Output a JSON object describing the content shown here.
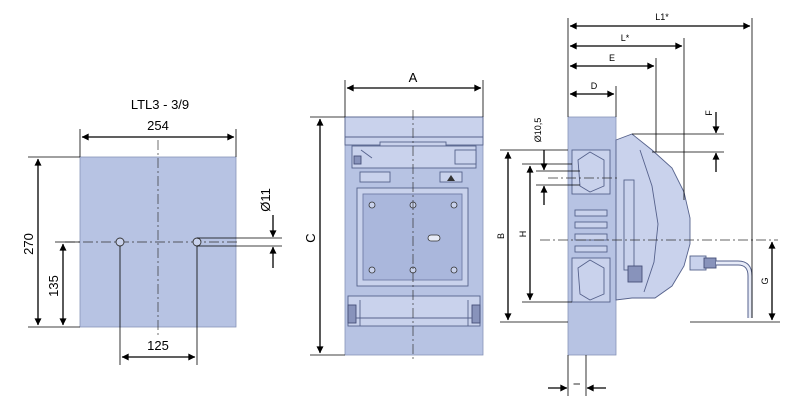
{
  "title": "LTL3 - 3/9",
  "left_view": {
    "width_label": "254",
    "height_label": "270",
    "half_height_label": "135",
    "hole_spacing_label": "125",
    "hole_label": "Ø11"
  },
  "front_view": {
    "width_label": "A",
    "height_label": "C"
  },
  "side_view": {
    "L1_label": "L1*",
    "L_label": "L*",
    "E_label": "E",
    "D_label": "D",
    "F_label": "F",
    "hole_label": "Ø10,5",
    "B_label": "B",
    "H_label": "H",
    "G_label": "G",
    "I_label": "I"
  },
  "colors": {
    "plate": "#b7c3e3",
    "outline": "#56628c",
    "dimension": "#000000"
  }
}
